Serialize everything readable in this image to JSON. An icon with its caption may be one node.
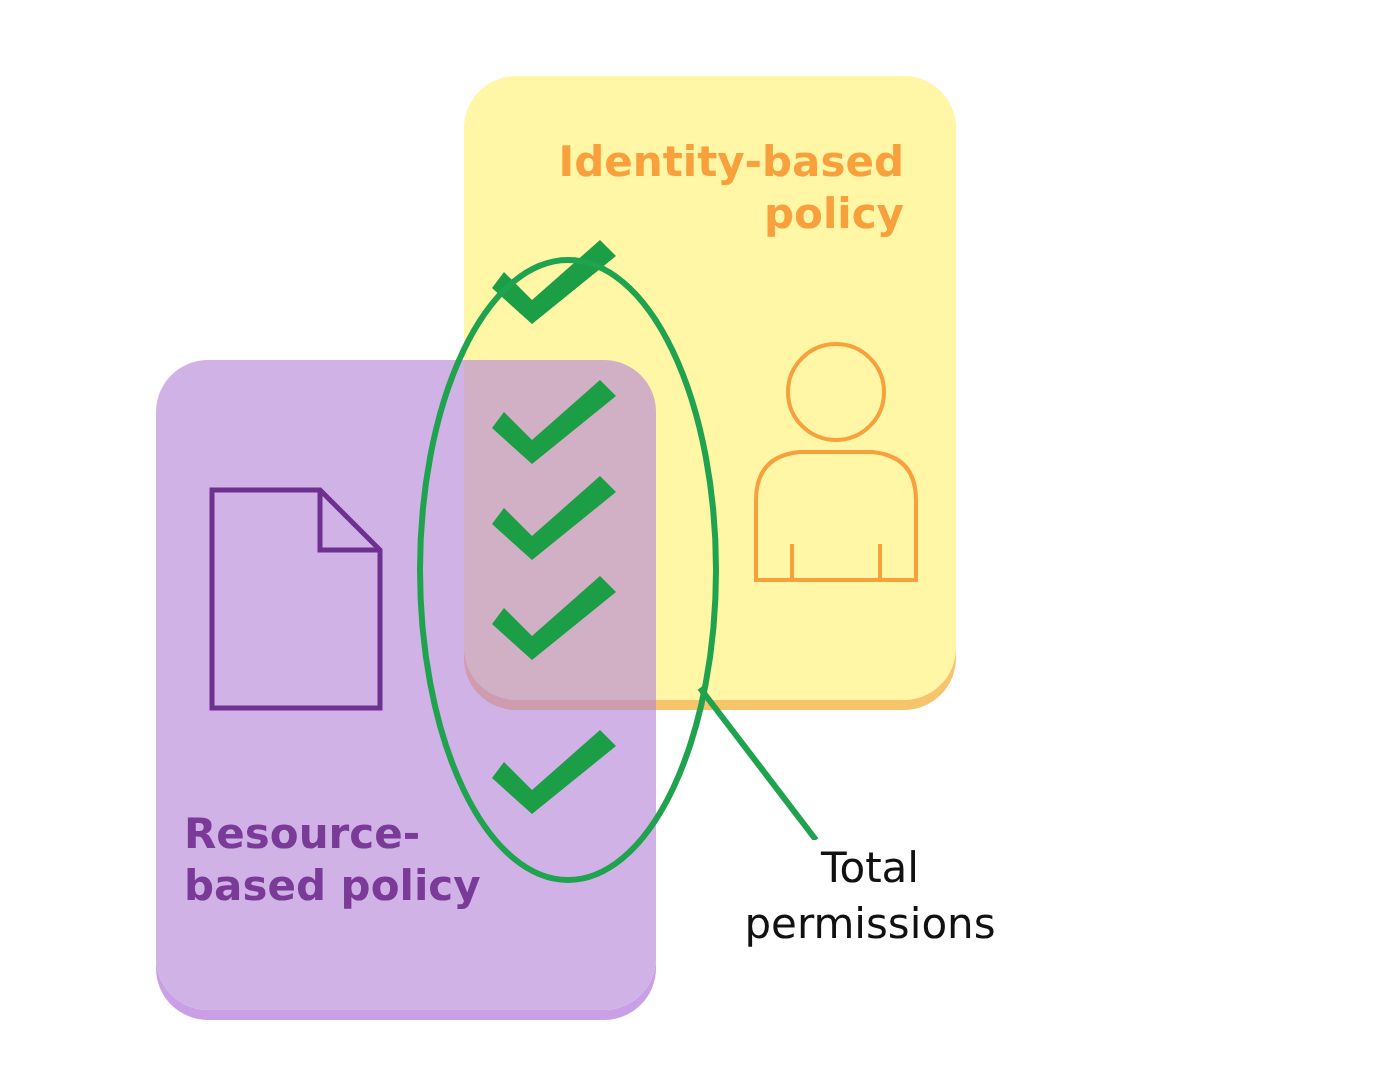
{
  "diagram": {
    "nodes": [
      {
        "text": [
          "Identity-based policy"
        ]
      },
      {
        "text": [
          "Resource-based policy"
        ]
      },
      {
        "text": [],
        "shape": "ellipse"
      },
      {
        "text": [
          "Total permissions"
        ]
      }
    ],
    "edges": [
      {
        "from": 3,
        "to": 2,
        "arrow": "none"
      }
    ]
  }
}
